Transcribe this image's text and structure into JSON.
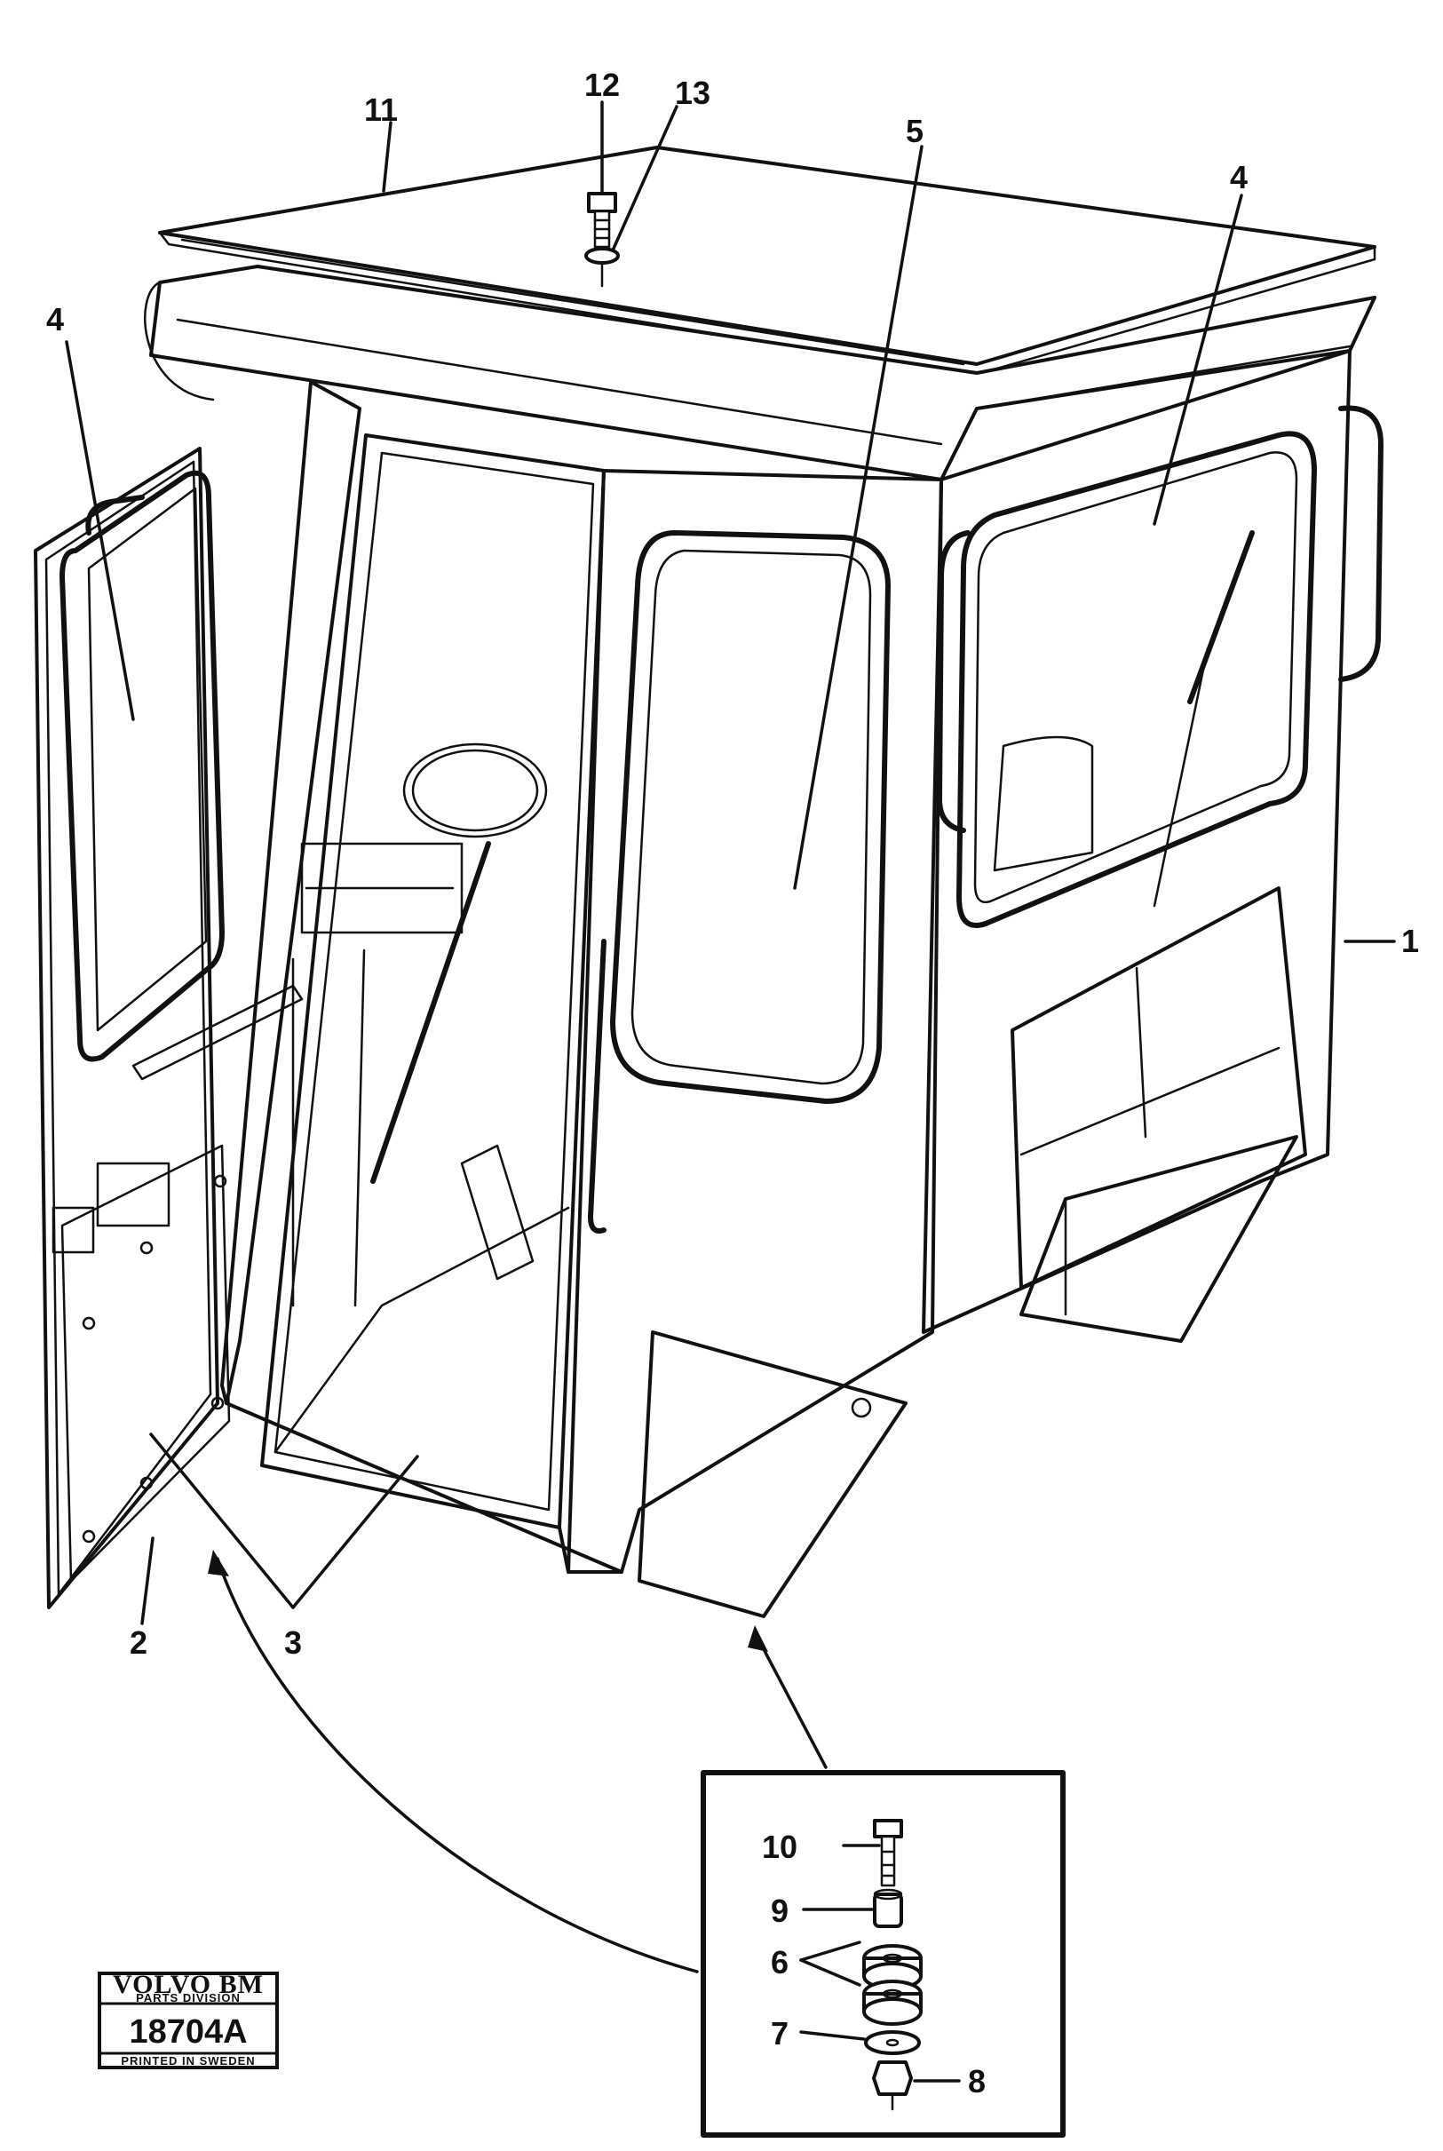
{
  "callouts": {
    "c1": "1",
    "c2": "2",
    "c3": "3",
    "c4": "4",
    "c5": "5",
    "c6": "6",
    "c7": "7",
    "c8": "8",
    "c9": "9",
    "c10": "10",
    "c11": "11",
    "c12": "12",
    "c13": "13"
  },
  "stamp": {
    "brand": "VOLVO BM",
    "division": "PARTS DIVISION",
    "number": "18704A",
    "printed": "PRINTED IN SWEDEN"
  }
}
